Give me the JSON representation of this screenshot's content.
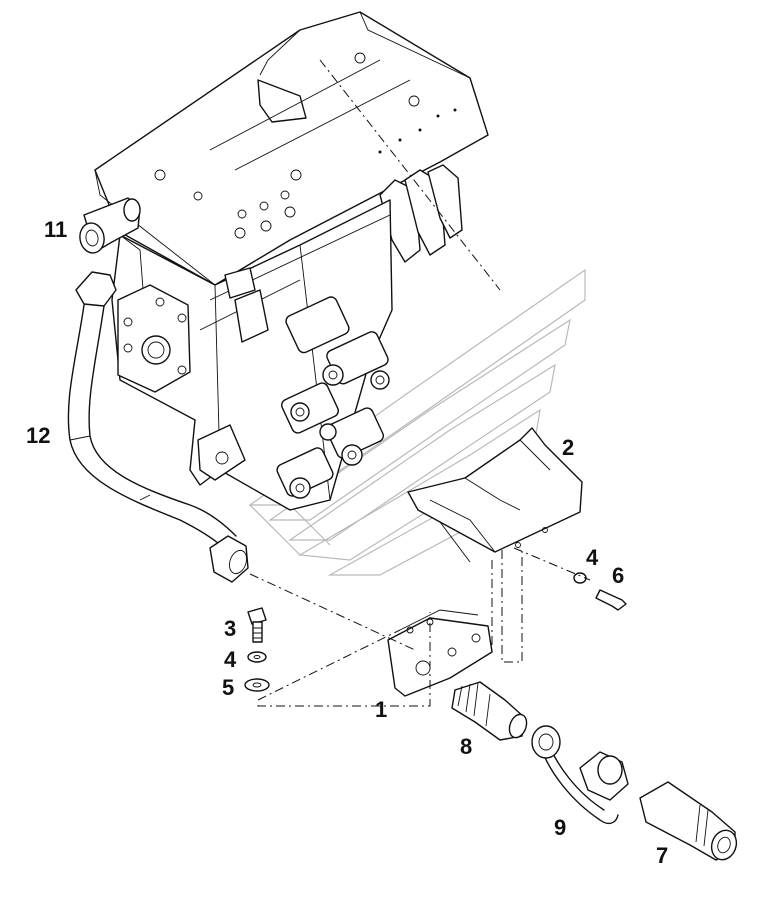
{
  "callouts": {
    "c1": "1",
    "c2": "2",
    "c3": "3",
    "c4a": "4",
    "c4b": "4",
    "c5": "5",
    "c6": "6",
    "c7": "7",
    "c8": "8",
    "c9": "9",
    "c11": "11",
    "c12": "12"
  }
}
